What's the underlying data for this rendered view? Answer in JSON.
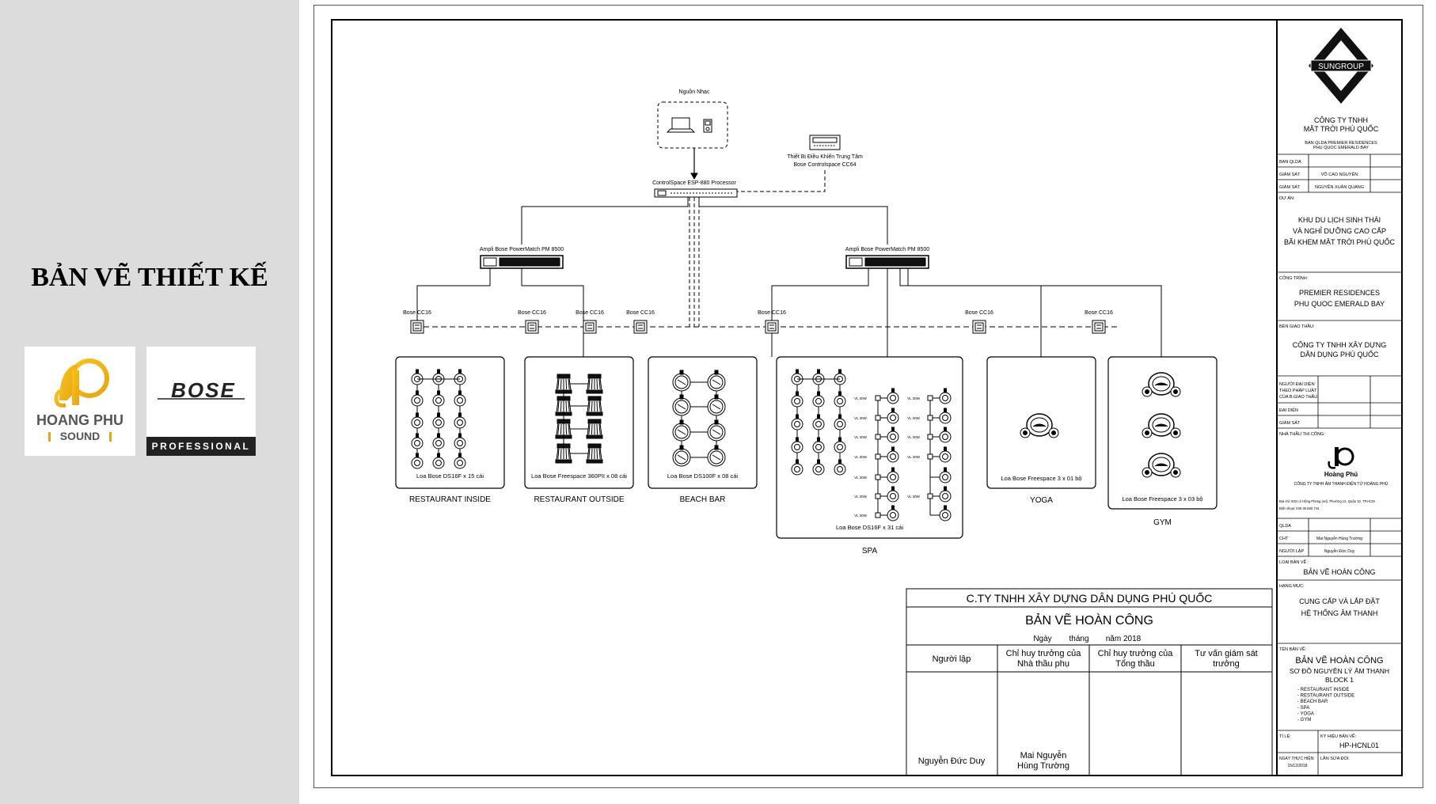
{
  "sidebar": {
    "title": "BẢN VẼ THIẾT KẾ",
    "logo_hp": {
      "brand": "HOANG PHU",
      "sub": "SOUND"
    },
    "logo_bose": {
      "brand": "BOSE",
      "sub": "PROFESSIONAL"
    }
  },
  "diagram": {
    "source": {
      "label": "Nguồn Nhạc"
    },
    "controller": {
      "line1": "Thiết Bị Điều Khiển Trung Tâm",
      "line2": "Bose Controlspace CC64"
    },
    "processor": {
      "label": "ControlSpace ESP-880 Processor"
    },
    "amp_left": {
      "label": "Ampli Bose PowerMatch PM 8500"
    },
    "amp_right": {
      "label": "Ampli Bose PowerMatch PM 8500"
    },
    "cc16_label": "Bose CC16",
    "vl_label": "VL 30W",
    "zones": [
      {
        "name": "RESTAURANT INSIDE",
        "caption": "Loa Bose DS16F x 15 cái"
      },
      {
        "name": "RESTAURANT OUTSIDE",
        "caption": "Loa Bose Freespace 360PII x 08 cái"
      },
      {
        "name": "BEACH BAR",
        "caption": "Loa Bose DS100F x 08 cái"
      },
      {
        "name": "SPA",
        "caption": "Loa Bose DS16F x 31 cái"
      },
      {
        "name": "YOGA",
        "caption": "Loa Bose Freespace 3 x 01 bộ"
      },
      {
        "name": "GYM",
        "caption": "Loa Bose Freespace 3 x 03 bộ"
      }
    ]
  },
  "approval": {
    "company": "C.TY TNHH XÂY DỰNG DÂN DỤNG PHÚ QUỐC",
    "title": "BẢN VẼ HOÀN CÔNG",
    "date_ngay": "Ngày",
    "date_thang": "tháng",
    "date_nam": "năm 2018",
    "col1": "Người lập",
    "col2_l1": "Chỉ huy trưởng của",
    "col2_l2": "Nhà thầu phụ",
    "col3_l1": "Chỉ huy trưởng của",
    "col3_l2": "Tổng thầu",
    "col4_l1": "Tư vấn giám sát",
    "col4_l2": "trưởng",
    "sig1": "Nguyễn Đức Duy",
    "sig2_l1": "Mai Nguyễn",
    "sig2_l2": "Hùng Trường"
  },
  "titleblock": {
    "logo_text": "SUNGROUP",
    "owner_l1": "CÔNG TY TNHH",
    "owner_l2": "MẶT TRỜI PHÚ QUỐC",
    "owner_sub_l1": "BAN QLDA PREMIER RESIDENCES",
    "owner_sub_l2": "PHU QUOC EMERALD BAY",
    "ban_qlda": "BAN QLDA",
    "giam_sat": "GIÁM SÁT",
    "gs1": "VÕ CAO NGUYÊN",
    "gs2": "NGUYỄN XUÂN QUANG",
    "du_an_label": "DỰ ÁN:",
    "du_an_l1": "KHU DU LỊCH SINH THÁI",
    "du_an_l2": "VÀ NGHỈ DƯỠNG CAO CẤP",
    "du_an_l3": "BÃI KHEM MẶT TRỜI PHÚ QUỐC",
    "cong_trinh_label": "CÔNG TRÌNH:",
    "cong_trinh_l1": "PREMIER RESIDENCES",
    "cong_trinh_l2": "PHU QUOC EMERALD BAY",
    "ben_giao_label": "BÊN GIAO THẦU:",
    "ben_giao_l1": "CÔNG TY TNHH XÂY DỰNG",
    "ben_giao_l2": "DÂN DỤNG PHÚ QUỐC",
    "dai_dien_l1": "NGƯỜI ĐẠI DIỆN",
    "dai_dien_l2": "THEO PHÁP LUẬT",
    "dai_dien_l3": "CỦA B.GIAO THẦU",
    "dai_dien": "ĐẠI DIỆN",
    "nha_thau_label": "NHÀ THẦU THI CÔNG:",
    "hp_brand": "Hoàng Phú",
    "hp_company": "CÔNG TY TNHH ÂM THANH ĐIỆN TỬ HOÀNG PHÚ",
    "hp_addr": "Địa chỉ: 603 Lê Hồng Phong (nd), Phường 12, Quận 10, TP.HCM",
    "hp_phone": "Điện thoại: 028 38 683 744",
    "qlda": "QLDA",
    "cht": "CHT",
    "cht_name": "Mai Nguyễn Hùng Trường",
    "nguoi_lap": "NGƯỜI LẬP",
    "nguoi_lap_name": "Nguyễn Đức Duy",
    "loai_label": "LOẠI BẢN VẼ :",
    "loai": "BẢN VẼ HOÀN CÔNG",
    "hang_muc_label": "HẠNG MỤC:",
    "hang_muc_l1": "CUNG CẤP VÀ LẮP ĐẶT",
    "hang_muc_l2": "HỆ THỐNG ÂM THANH",
    "ten_label": "TÊN BẢN VẼ:",
    "ten_l1": "BẢN VẼ HOÀN CÔNG",
    "ten_l2": "SƠ ĐỒ NGUYÊN LÝ ÂM THANH",
    "ten_l3": "BLOCK 1",
    "ten_items": [
      "- RESTAURANT INSIDE",
      "- RESTAURANT OUTSIDE",
      "- BEACH BAR",
      "- SPA",
      "- YOGA",
      "- GYM"
    ],
    "ti_le": "TỈ LỆ:",
    "ky_hieu_label": "KÝ HIỆU BẢN VẼ:",
    "ky_hieu": "HP-HCNL01",
    "ngay_label_l1": "NGÀY THỰC HIỆN:",
    "ngay": "15/12/2018",
    "lan_sua": "LẦN SỬA ĐỔI:"
  }
}
